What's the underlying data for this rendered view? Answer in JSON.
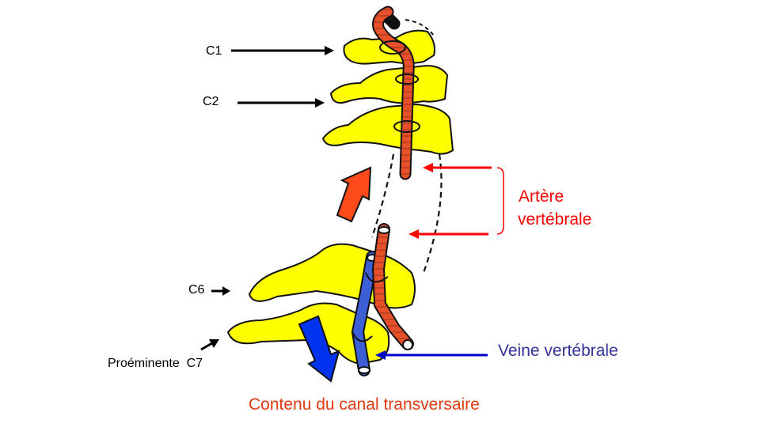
{
  "labels": {
    "c1": "C1",
    "c2": "C2",
    "c6": "C6",
    "c7": "Proéminente  C7",
    "artery_line1": "Artère",
    "artery_line2": "vertébrale",
    "vein": "Veine vertébrale",
    "caption": "Contenu du canal transversaire"
  },
  "colors": {
    "bone": "#ffff00",
    "artery": "#e8502a",
    "vein": "#3d5fd6",
    "artery_label": "#ff0000",
    "vein_label": "#333399",
    "caption": "#e03a10",
    "pointer_red": "#ff0000",
    "pointer_blue": "#0000cc",
    "big_arrow_up": "#ff4a1a",
    "big_arrow_down": "#0033ee"
  }
}
